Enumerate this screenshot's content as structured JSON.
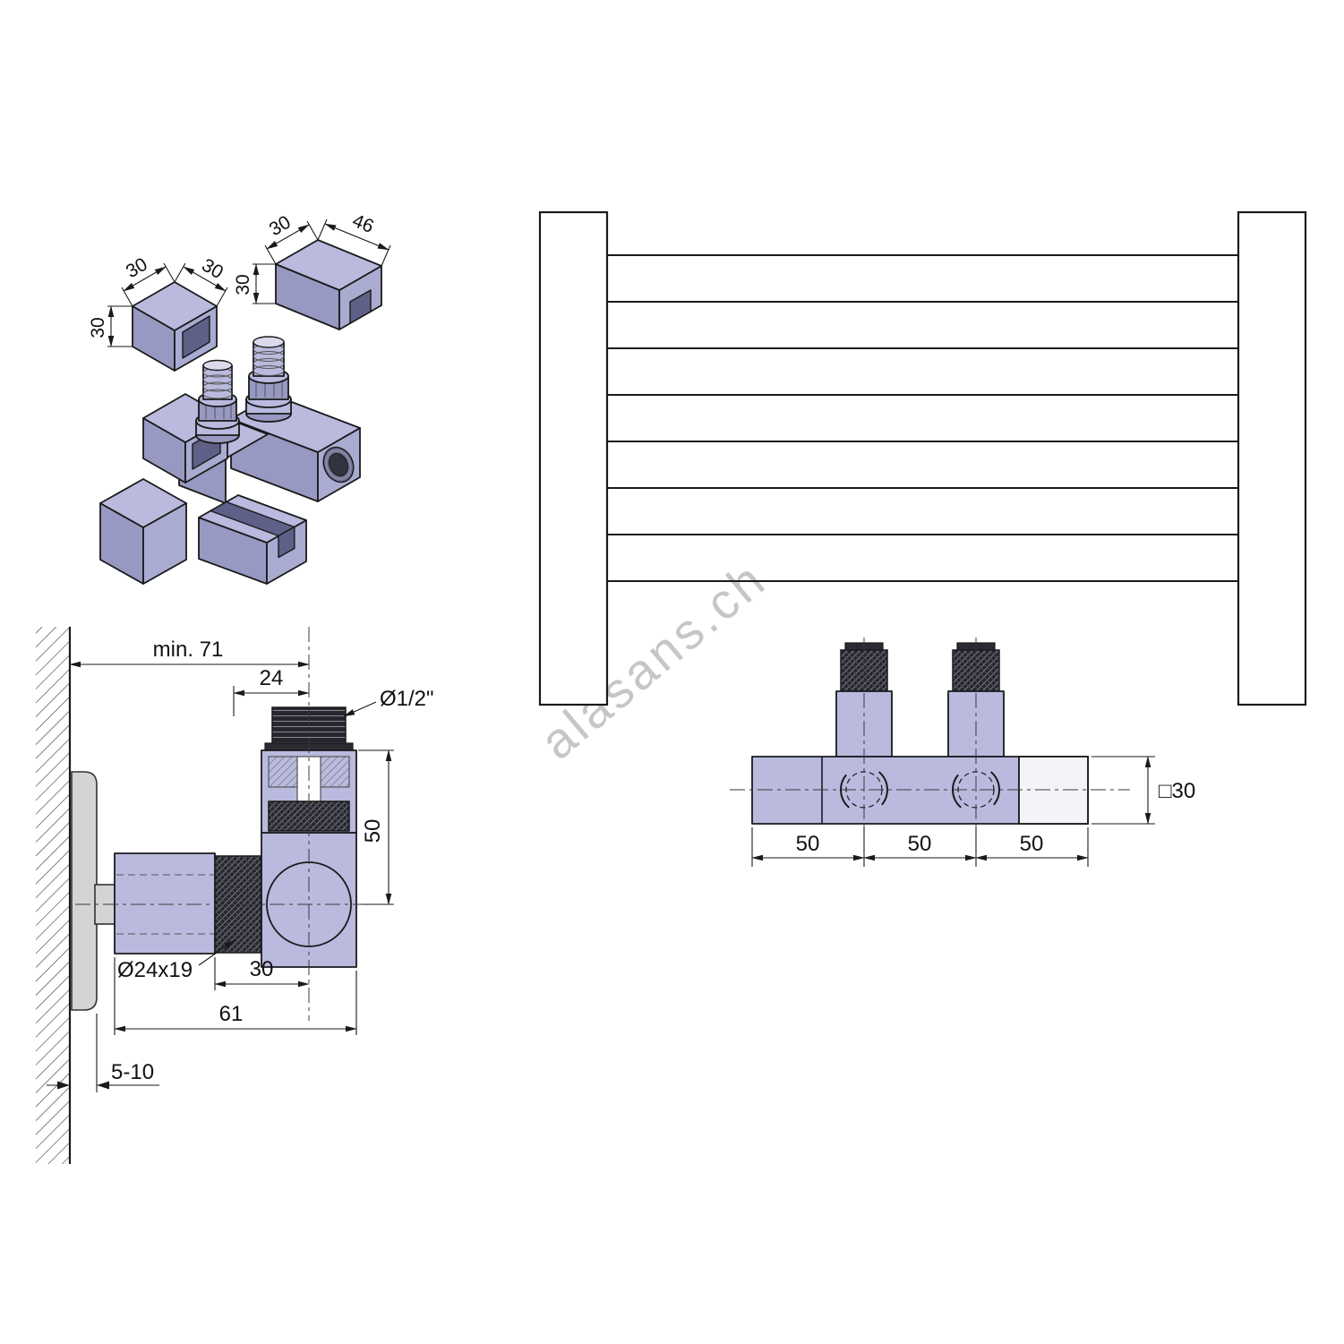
{
  "watermark": "alasans.ch",
  "colors": {
    "body_light": "#b9bade",
    "body_mid": "#9799c2",
    "body_midlight": "#a9abd1",
    "body_dark": "#5e6088",
    "gray_plate": "#d4d4d4",
    "outline": "#1a1a1a",
    "watermark_gray": "#8f8f8f"
  },
  "isometric": {
    "cap_top": {
      "width": "30",
      "length": "46",
      "height": "30"
    },
    "cap_ring": {
      "width_a": "30",
      "width_b": "30",
      "height": "30"
    }
  },
  "side_view": {
    "min_wall_distance": "min. 71",
    "offset_24": "24",
    "thread_size": "Ø1/2\"",
    "height_50": "50",
    "nut_size": "Ø24x19",
    "width_30": "30",
    "length_61": "61",
    "wall_gap": "5-10"
  },
  "front_view": {
    "pitch_left": "50",
    "pitch_center": "50",
    "pitch_right": "50",
    "profile": "□30"
  }
}
